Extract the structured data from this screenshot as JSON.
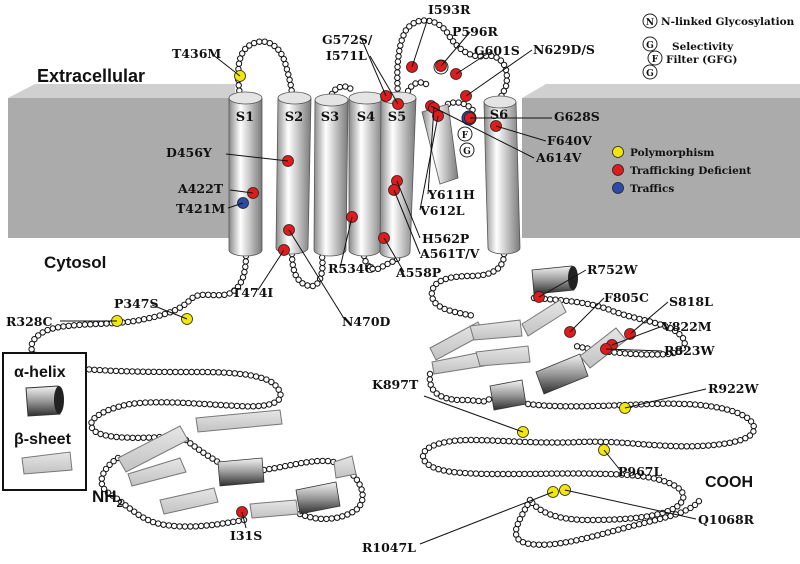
{
  "regions": {
    "extracellular": "Extracellular",
    "cytosol": "Cytosol",
    "n_terminus": "NH",
    "n_terminus_sub": "2",
    "c_terminus": "COOH"
  },
  "segments": [
    "S1",
    "S2",
    "S3",
    "S4",
    "S5",
    "S6"
  ],
  "legend_top": {
    "glyco_symbol": "N",
    "glyco_label": "N-linked Glycosylation",
    "filter_symbols": [
      "G",
      "F",
      "G"
    ],
    "filter_label_1": "Selectivity",
    "filter_label_2": "Filter (GFG)"
  },
  "legend_right": {
    "polymorphism": "Polymorphism",
    "trafficking_deficient": "Trafficking Deficient",
    "traffics": "Traffics"
  },
  "legend_box": {
    "helix": "α-helix",
    "sheet": "β-sheet"
  },
  "colors": {
    "polymorphism": "#f2e60a",
    "trafficking_deficient": "#e01b1b",
    "traffics": "#2c4aa8",
    "membrane": "#a9a9a9"
  },
  "mutations": [
    {
      "label": "T436M",
      "type": "polymorphism"
    },
    {
      "label": "I593R",
      "type": "trafficking_deficient"
    },
    {
      "label": "P596R",
      "type": "trafficking_deficient"
    },
    {
      "label": "G601S",
      "type": "trafficking_deficient"
    },
    {
      "label": "G572S/",
      "type": "trafficking_deficient"
    },
    {
      "label": "I571L",
      "type": "trafficking_deficient"
    },
    {
      "label": "N629D/S",
      "type": "trafficking_deficient"
    },
    {
      "label": "G628S",
      "type": "trafficking_deficient"
    },
    {
      "label": "F640V",
      "type": "trafficking_deficient"
    },
    {
      "label": "A614V",
      "type": "trafficking_deficient"
    },
    {
      "label": "D456Y",
      "type": "trafficking_deficient"
    },
    {
      "label": "A422T",
      "type": "trafficking_deficient"
    },
    {
      "label": "T421M",
      "type": "traffics"
    },
    {
      "label": "Y611H",
      "type": "trafficking_deficient"
    },
    {
      "label": "V612L",
      "type": "trafficking_deficient"
    },
    {
      "label": "H562P",
      "type": "trafficking_deficient"
    },
    {
      "label": "A561T/V",
      "type": "trafficking_deficient"
    },
    {
      "label": "A558P",
      "type": "trafficking_deficient"
    },
    {
      "label": "R534C",
      "type": "trafficking_deficient"
    },
    {
      "label": "T474I",
      "type": "trafficking_deficient"
    },
    {
      "label": "N470D",
      "type": "trafficking_deficient"
    },
    {
      "label": "P347S",
      "type": "polymorphism"
    },
    {
      "label": "R328C",
      "type": "polymorphism"
    },
    {
      "label": "R752W",
      "type": "trafficking_deficient"
    },
    {
      "label": "F805C",
      "type": "trafficking_deficient"
    },
    {
      "label": "S818L",
      "type": "trafficking_deficient"
    },
    {
      "label": "V822M",
      "type": "trafficking_deficient"
    },
    {
      "label": "R823W",
      "type": "trafficking_deficient"
    },
    {
      "label": "K897T",
      "type": "polymorphism"
    },
    {
      "label": "R922W",
      "type": "polymorphism"
    },
    {
      "label": "P967L",
      "type": "polymorphism"
    },
    {
      "label": "Q1068R",
      "type": "polymorphism"
    },
    {
      "label": "R1047L",
      "type": "polymorphism"
    },
    {
      "label": "I31S",
      "type": "trafficking_deficient"
    }
  ]
}
